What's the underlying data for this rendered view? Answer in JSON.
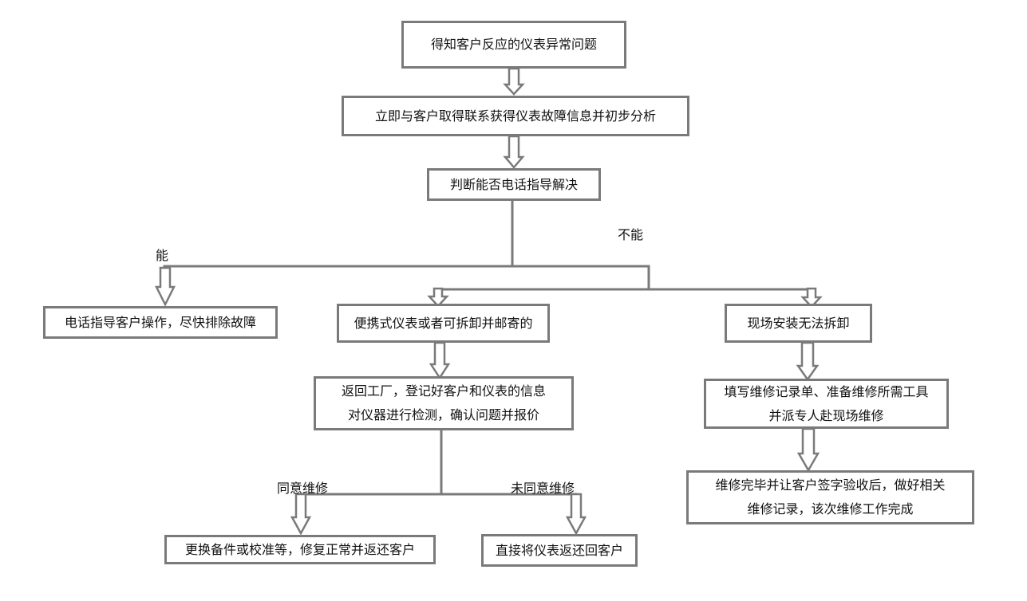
{
  "nodes": {
    "start": "得知客户反应的仪表异常问题",
    "contact": "立即与客户取得联系获得仪表故障信息并初步分析",
    "judge": "判断能否电话指导解决",
    "phone_guide": "电话指导客户操作，尽快排除故障",
    "portable": "便携式仪表或者可拆卸并邮寄的",
    "onsite": "现场安装无法拆卸",
    "return_line1": "返回工厂，登记好客户和仪表的信息",
    "return_line2": "对仪器进行检测，确认问题并报价",
    "fill_line1": "填写维修记录单、准备维修所需工具",
    "fill_line2": "并派专人赴现场维修",
    "complete_line1": "维修完毕并让客户签字验收后，做好相关",
    "complete_line2": "维修记录，该次维修工作完成",
    "replace": "更换备件或校准等，修复正常并返还客户",
    "direct_return": "直接将仪表返还回客户"
  },
  "labels": {
    "can": "能",
    "cannot": "不能",
    "agree": "同意维修",
    "disagree": "未同意维修"
  },
  "colors": {
    "border": "#7a7a7a",
    "line": "#7a7a7a"
  }
}
